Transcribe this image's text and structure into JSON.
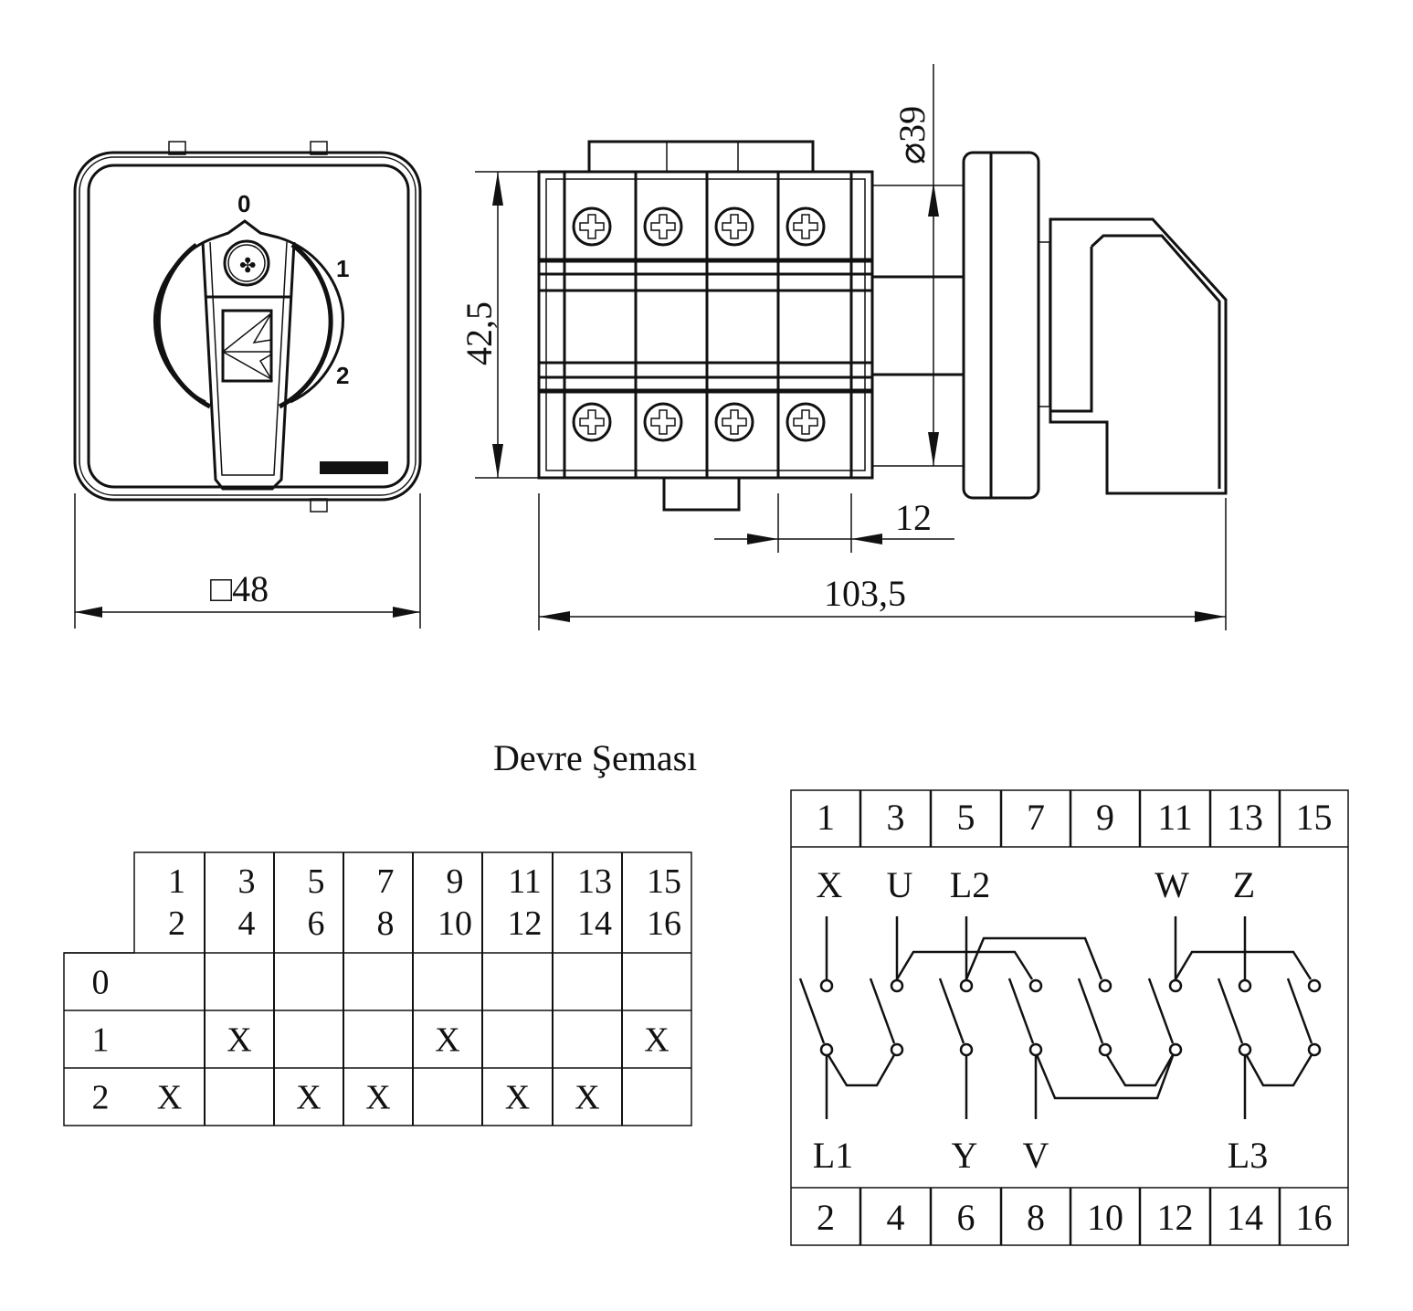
{
  "front_view": {
    "positions": [
      "0",
      "1",
      "2"
    ],
    "dimension_width": "□48"
  },
  "side_view": {
    "dimension_height": "42,5",
    "dimension_diameter": "⌀39",
    "dimension_module": "12",
    "dimension_length": "103,5"
  },
  "schema": {
    "title": "Devre Şeması",
    "switching_table": {
      "columns": [
        [
          "1",
          "2"
        ],
        [
          "3",
          "4"
        ],
        [
          "5",
          "6"
        ],
        [
          "7",
          "8"
        ],
        [
          "9",
          "10"
        ],
        [
          "11",
          "12"
        ],
        [
          "13",
          "14"
        ],
        [
          "15",
          "16"
        ]
      ],
      "rows": [
        {
          "position": "0",
          "marks": [
            "",
            "",
            "",
            "",
            "",
            "",
            "",
            ""
          ]
        },
        {
          "position": "1",
          "marks": [
            "",
            "X",
            "",
            "",
            "X",
            "",
            "",
            "X"
          ]
        },
        {
          "position": "2",
          "marks": [
            "X",
            "",
            "X",
            "X",
            "",
            "X",
            "X",
            ""
          ]
        }
      ]
    },
    "wiring": {
      "top_terminals": [
        "1",
        "3",
        "5",
        "7",
        "9",
        "11",
        "13",
        "15"
      ],
      "bottom_terminals": [
        "2",
        "4",
        "6",
        "8",
        "10",
        "12",
        "14",
        "16"
      ],
      "top_labels": [
        "X",
        "U",
        "L2",
        "W",
        "Z"
      ],
      "bottom_labels": [
        "L1",
        "Y",
        "V",
        "L3"
      ]
    }
  }
}
